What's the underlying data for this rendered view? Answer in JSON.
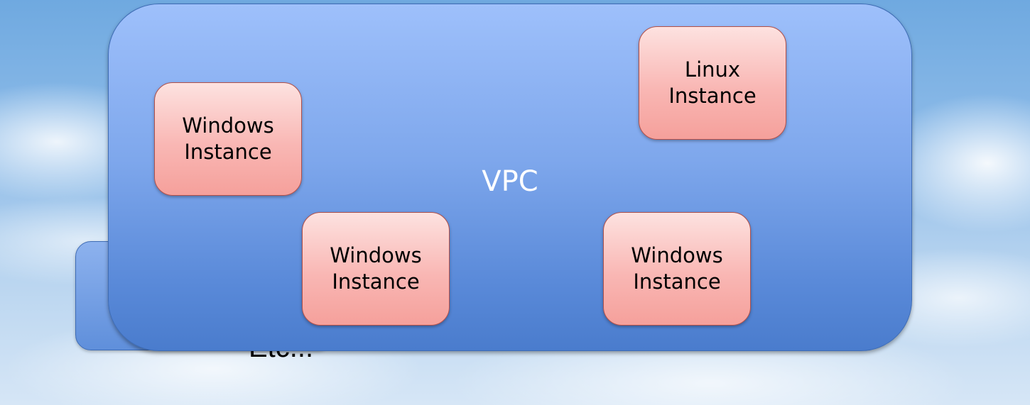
{
  "diagram": {
    "back_box": {
      "label": "Etc..."
    },
    "vpc": {
      "label": "VPC",
      "instances": [
        {
          "line1": "Windows",
          "line2": "Instance"
        },
        {
          "line1": "Linux",
          "line2": "Instance"
        },
        {
          "line1": "Windows",
          "line2": "Instance"
        },
        {
          "line1": "Windows",
          "line2": "Instance"
        }
      ]
    }
  }
}
